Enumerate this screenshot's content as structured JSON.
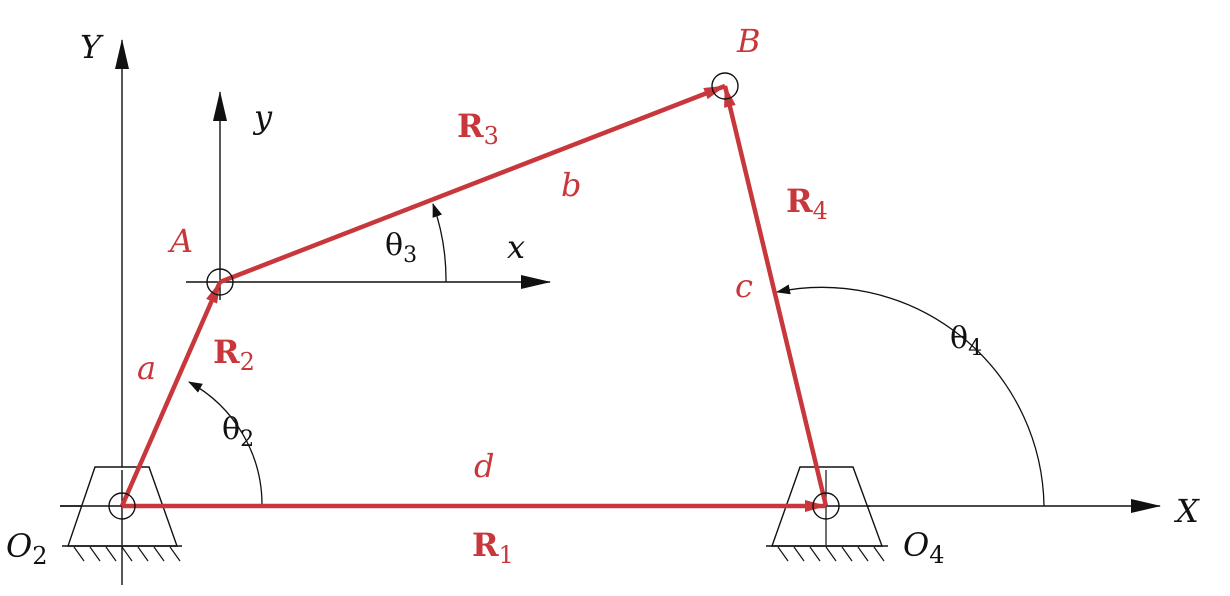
{
  "colors": {
    "vector": "#c8373b",
    "ink": "#111111",
    "background": "#ffffff"
  },
  "axes": {
    "global_y": "Y",
    "global_x": "X",
    "local_y": "y",
    "local_x": "x"
  },
  "points": {
    "A": "A",
    "B": "B",
    "O2": {
      "letter": "O",
      "sub": "2"
    },
    "O4": {
      "letter": "O",
      "sub": "4"
    }
  },
  "vectors": {
    "R1": {
      "letter": "R",
      "sub": "1"
    },
    "R2": {
      "letter": "R",
      "sub": "2"
    },
    "R3": {
      "letter": "R",
      "sub": "3"
    },
    "R4": {
      "letter": "R",
      "sub": "4"
    }
  },
  "lengths": {
    "a": "a",
    "b": "b",
    "c": "c",
    "d": "d"
  },
  "angles": {
    "theta2": {
      "letter": "θ",
      "sub": "2"
    },
    "theta3": {
      "letter": "θ",
      "sub": "3"
    },
    "theta4": {
      "letter": "θ",
      "sub": "4"
    }
  }
}
